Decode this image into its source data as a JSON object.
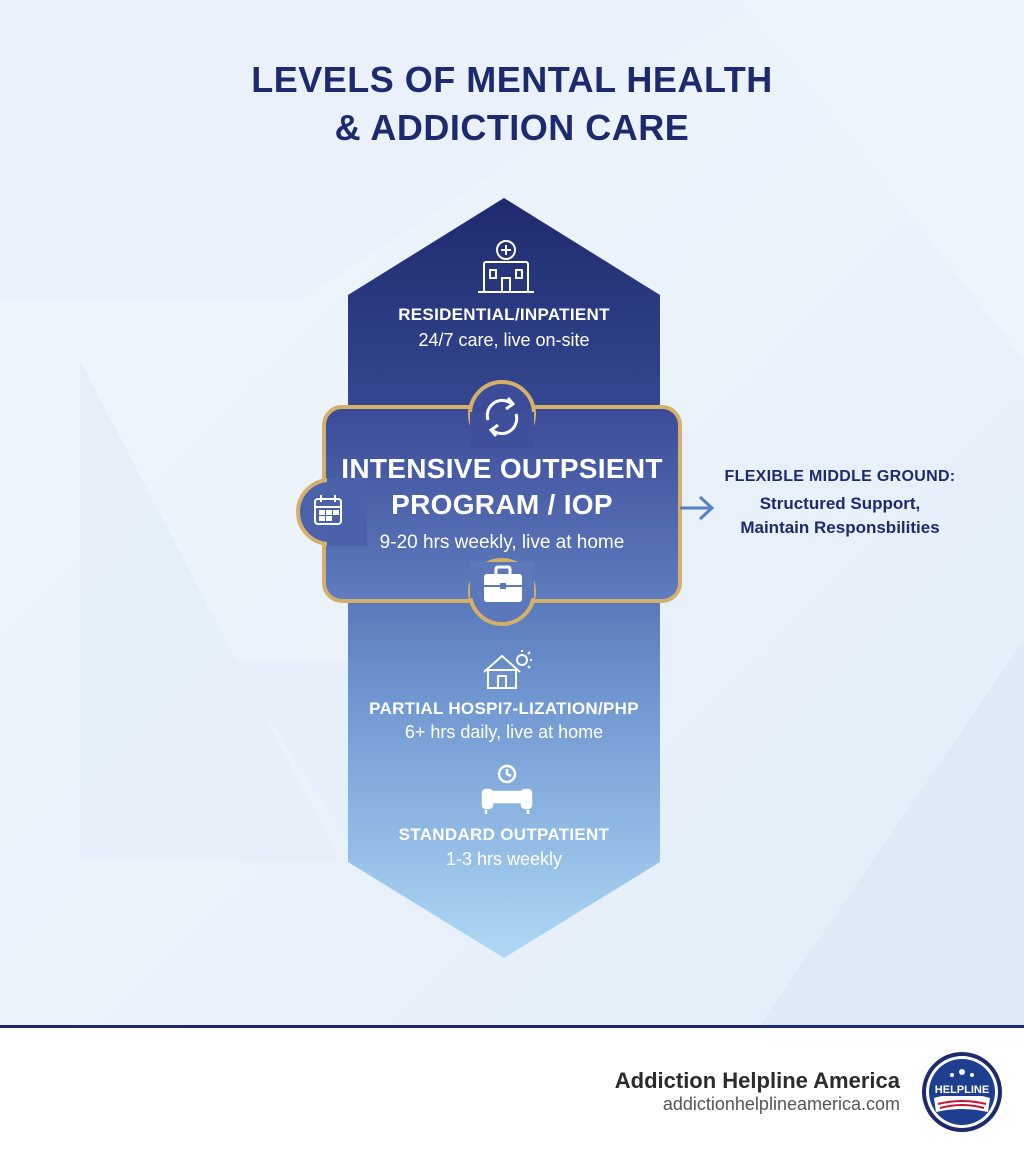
{
  "title": {
    "line1": "LEVELS OF MENTAL HEALTH",
    "line2": "& ADDICTION CARE"
  },
  "levels": {
    "residential": {
      "label": "RESIDENTIAL/INPATIENT",
      "desc": "24/7 care, live on-site",
      "icon": "hospital-icon"
    },
    "iop": {
      "title_line1": "INTENSIVE OUTPSIENT",
      "title_line2": "PROGRAM / IOP",
      "desc": "9-20 hrs weekly, live at home",
      "icons": [
        "cycle-arrows-icon",
        "calendar-icon",
        "briefcase-icon"
      ]
    },
    "php": {
      "label": "PARTIAL HOSPI7-LIZATION/PHP",
      "desc": "6+ hrs daily, live at home",
      "icon": "home-sun-icon"
    },
    "outpatient": {
      "label": "STANDARD OUTPATIENT",
      "desc": "1-3 hrs weekly",
      "icon": "couch-clock-icon"
    }
  },
  "callout": {
    "line1": "FLEXIBLE MIDDLE GROUND:",
    "line2": "Structured Support,",
    "line3": "Maintain Responsbilities"
  },
  "footer": {
    "brand_name": "Addiction Helpline America",
    "brand_url": "addictionhelplineamerica.com",
    "logo_text": "HELPLINE"
  },
  "colors": {
    "navy": "#1e2a6e",
    "gold": "#d4b06a",
    "light_blue": "#a9d6f5"
  }
}
